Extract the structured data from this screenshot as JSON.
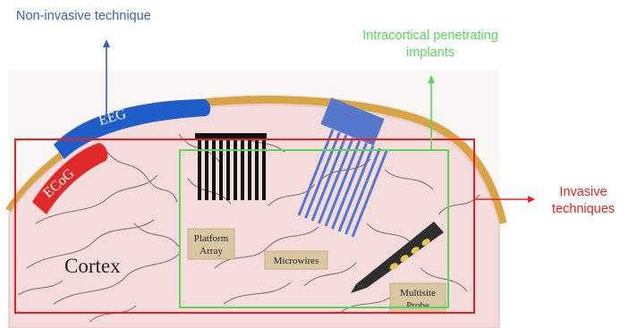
{
  "colors": {
    "non_invasive": "#3a5fb0",
    "invasive": "#e82020",
    "intracortical": "#59d659",
    "brain_fill": "#f4dcdc",
    "skull": "#d8a446",
    "eeg": "#1f5dc8",
    "ecog": "#e02a2a",
    "microwire": "#5577cc",
    "label_box": "#d9c7a3"
  },
  "annotations": {
    "non_invasive": "Non-invasive technique",
    "intracortical_line1": "Intracortical penetrating",
    "intracortical_line2": "implants",
    "invasive_line1": "Invasive",
    "invasive_line2": "techniques"
  },
  "figure": {
    "eeg": "EEG",
    "ecog": "ECoG",
    "cortex": "Cortex",
    "platform_line1": "Platform",
    "platform_line2": "Array",
    "microwires": "Microwires",
    "multisite_line1": "Multisite",
    "multisite_line2": "Probe"
  }
}
